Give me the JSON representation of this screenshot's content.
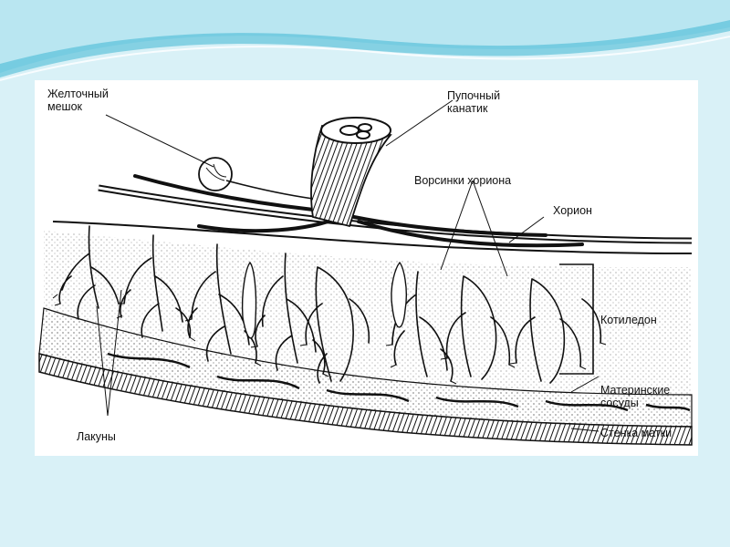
{
  "labels": {
    "yolk_sac": "Желточный\nмешок",
    "umbilical_cord": "Пупочный\nканатик",
    "chorionic_villi": "Ворсинки хориона",
    "chorion": "Хорион",
    "cotyledon": "Котиледон",
    "maternal_vessels": "Материнские\nсосуды",
    "uterine_wall": "Стенка матки",
    "lacunae": "Лакуны"
  },
  "colors": {
    "slide_background": "#d9f1f7",
    "wave_accent": "#3fb7d3",
    "panel": "#ffffff",
    "ink": "#111111"
  }
}
